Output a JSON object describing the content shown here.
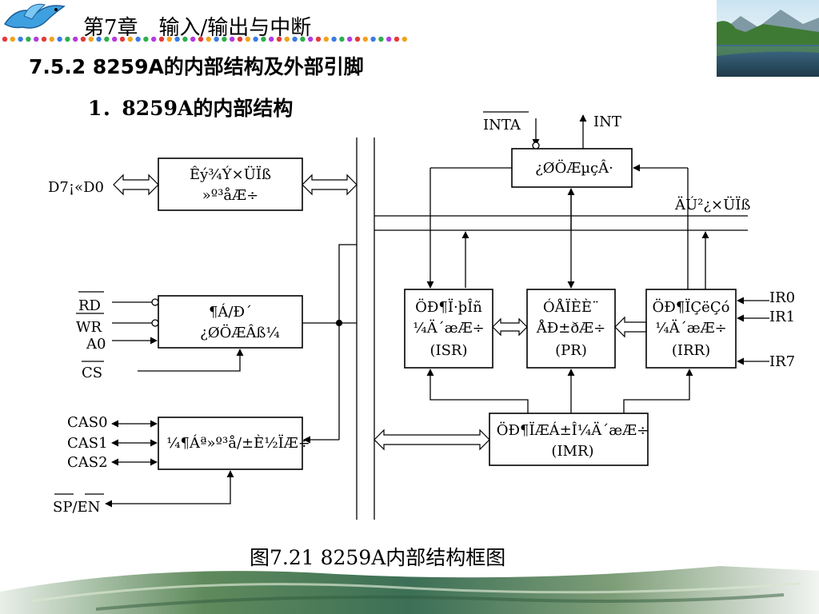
{
  "header": {
    "chapter_title": "第7章　输入/输出与中断",
    "section_title": "7.5.2  8259A的内部结构及外部引脚",
    "subtitle": "1．8259A的内部结构"
  },
  "diagram": {
    "blocks": {
      "data_bus_buffer": [
        "Êý¾Ý×ÜÏß",
        "»º³åÆ÷"
      ],
      "rw_logic": [
        "¶Á/Ð´",
        "¿ØÖÆÂß¼­"
      ],
      "cascade": "¼¶Áª»º³å/±È½ÏÆ÷",
      "control_logic": "¿ØÖÆµçÂ·",
      "isr": [
        "ÖÐ¶Ï·þÎñ",
        "¼Ä´æÆ÷",
        "(ISR)"
      ],
      "pr": [
        "ÓÅÏÈÈ¨",
        "ÅÐ±ðÆ÷",
        "(PR)"
      ],
      "irr": [
        "ÖÐ¶ÏÇëÇó",
        "¼Ä´æÆ÷",
        "(IRR)"
      ],
      "imr": [
        "ÖÐ¶ÏÆÁ±Î¼Ä´æÆ÷",
        "(IMR)"
      ]
    },
    "internal_bus_label": "ÄÚ²¿×ÜÏß",
    "pins": {
      "data": "D7¡«D0",
      "rd": "RD",
      "wr": "WR",
      "a0": "A0",
      "cs": "CS",
      "cas0": "CAS0",
      "cas1": "CAS1",
      "cas2": "CAS2",
      "sp_en": "SP/EN",
      "inta": "INTA",
      "int": "INT",
      "ir0": "IR0",
      "ir1": "IR1",
      "ir7": "IR7"
    }
  },
  "caption": "图7.21  8259A内部结构框图"
}
